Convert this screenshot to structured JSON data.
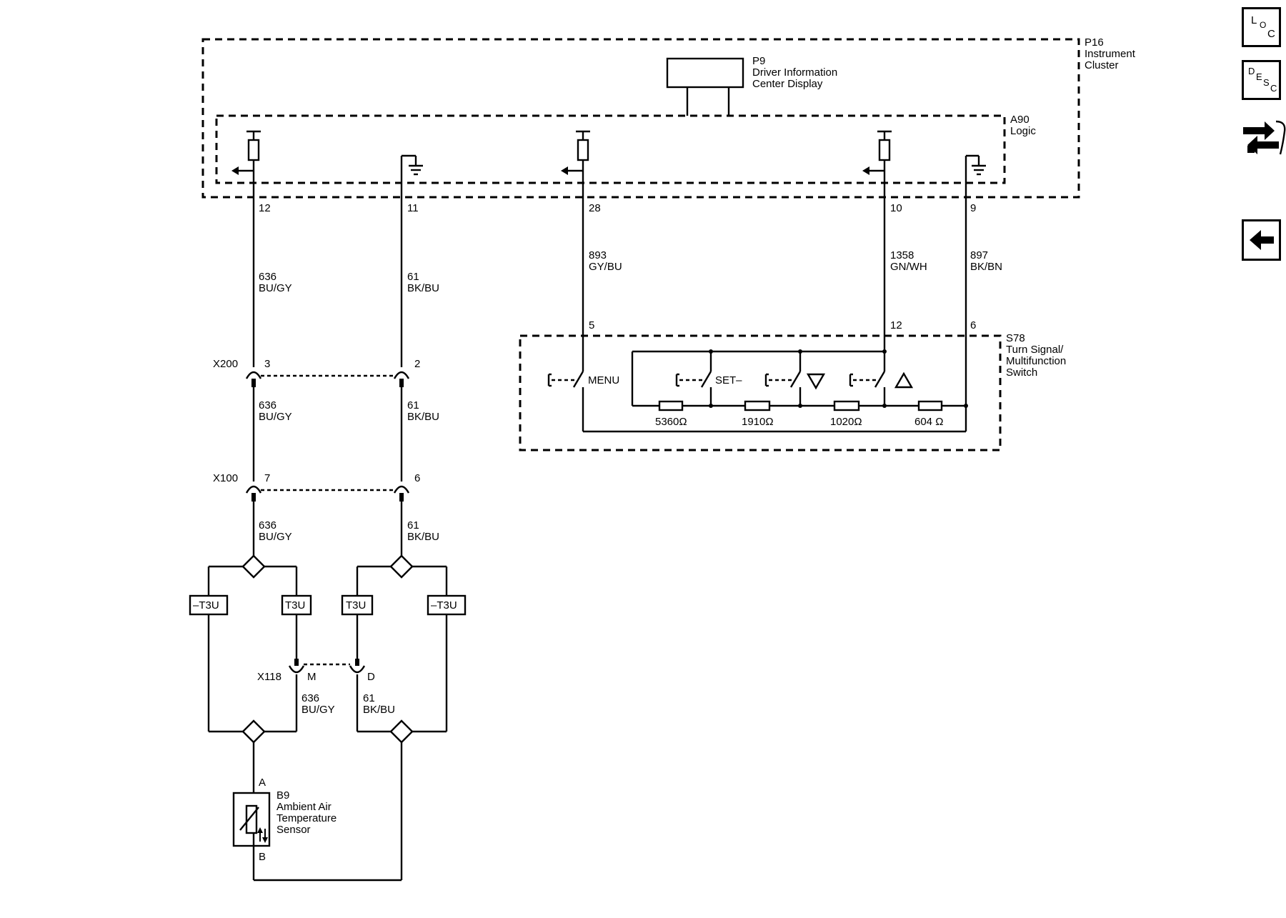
{
  "nav": {
    "loc": [
      "L",
      "O",
      "C"
    ],
    "desc": [
      "D",
      "E",
      "S",
      "C"
    ]
  },
  "components": {
    "p16": {
      "id": "P16",
      "lines": [
        "Instrument",
        "Cluster"
      ]
    },
    "p9": {
      "id": "P9",
      "lines": [
        "Driver Information",
        "Center Display"
      ]
    },
    "a90": {
      "id": "A90",
      "lines": [
        "Logic"
      ]
    },
    "s78": {
      "id": "S78",
      "lines": [
        "Turn Signal/",
        "Multifunction",
        "Switch"
      ]
    },
    "b9": {
      "id": "B9",
      "lines": [
        "Ambient Air",
        "Temperature",
        "Sensor"
      ]
    }
  },
  "pins": {
    "p16_12": "12",
    "p16_11": "11",
    "p16_28": "28",
    "p16_10": "10",
    "p16_9": "9",
    "s78_5": "5",
    "s78_12": "12",
    "s78_6": "6",
    "x200_3": "3",
    "x200_2": "2",
    "x100_7": "7",
    "x100_6": "6",
    "x118_m": "M",
    "x118_d": "D",
    "b9_a": "A",
    "b9_b": "B"
  },
  "connectors": {
    "x200": "X200",
    "x100": "X100",
    "x118": "X118"
  },
  "wires": {
    "w636_top": {
      "circuit": "636",
      "color": "BU/GY"
    },
    "w61_top": {
      "circuit": "61",
      "color": "BK/BU"
    },
    "w893": {
      "circuit": "893",
      "color": "GY/BU"
    },
    "w1358": {
      "circuit": "1358",
      "color": "GN/WH"
    },
    "w897": {
      "circuit": "897",
      "color": "BK/BN"
    },
    "w636_mid": {
      "circuit": "636",
      "color": "BU/GY"
    },
    "w61_mid": {
      "circuit": "61",
      "color": "BK/BU"
    },
    "w636_low": {
      "circuit": "636",
      "color": "BU/GY"
    },
    "w61_low": {
      "circuit": "61",
      "color": "BK/BU"
    },
    "w636_x118": {
      "circuit": "636",
      "color": "BU/GY"
    },
    "w61_x118": {
      "circuit": "61",
      "color": "BK/BU"
    }
  },
  "options": {
    "t3u": "T3U",
    "not_t3u": "–T3U"
  },
  "switch": {
    "menu": "MENU",
    "set": "SET–",
    "resistors": [
      "5360Ω",
      "1910Ω",
      "1020Ω",
      "604 Ω"
    ]
  }
}
